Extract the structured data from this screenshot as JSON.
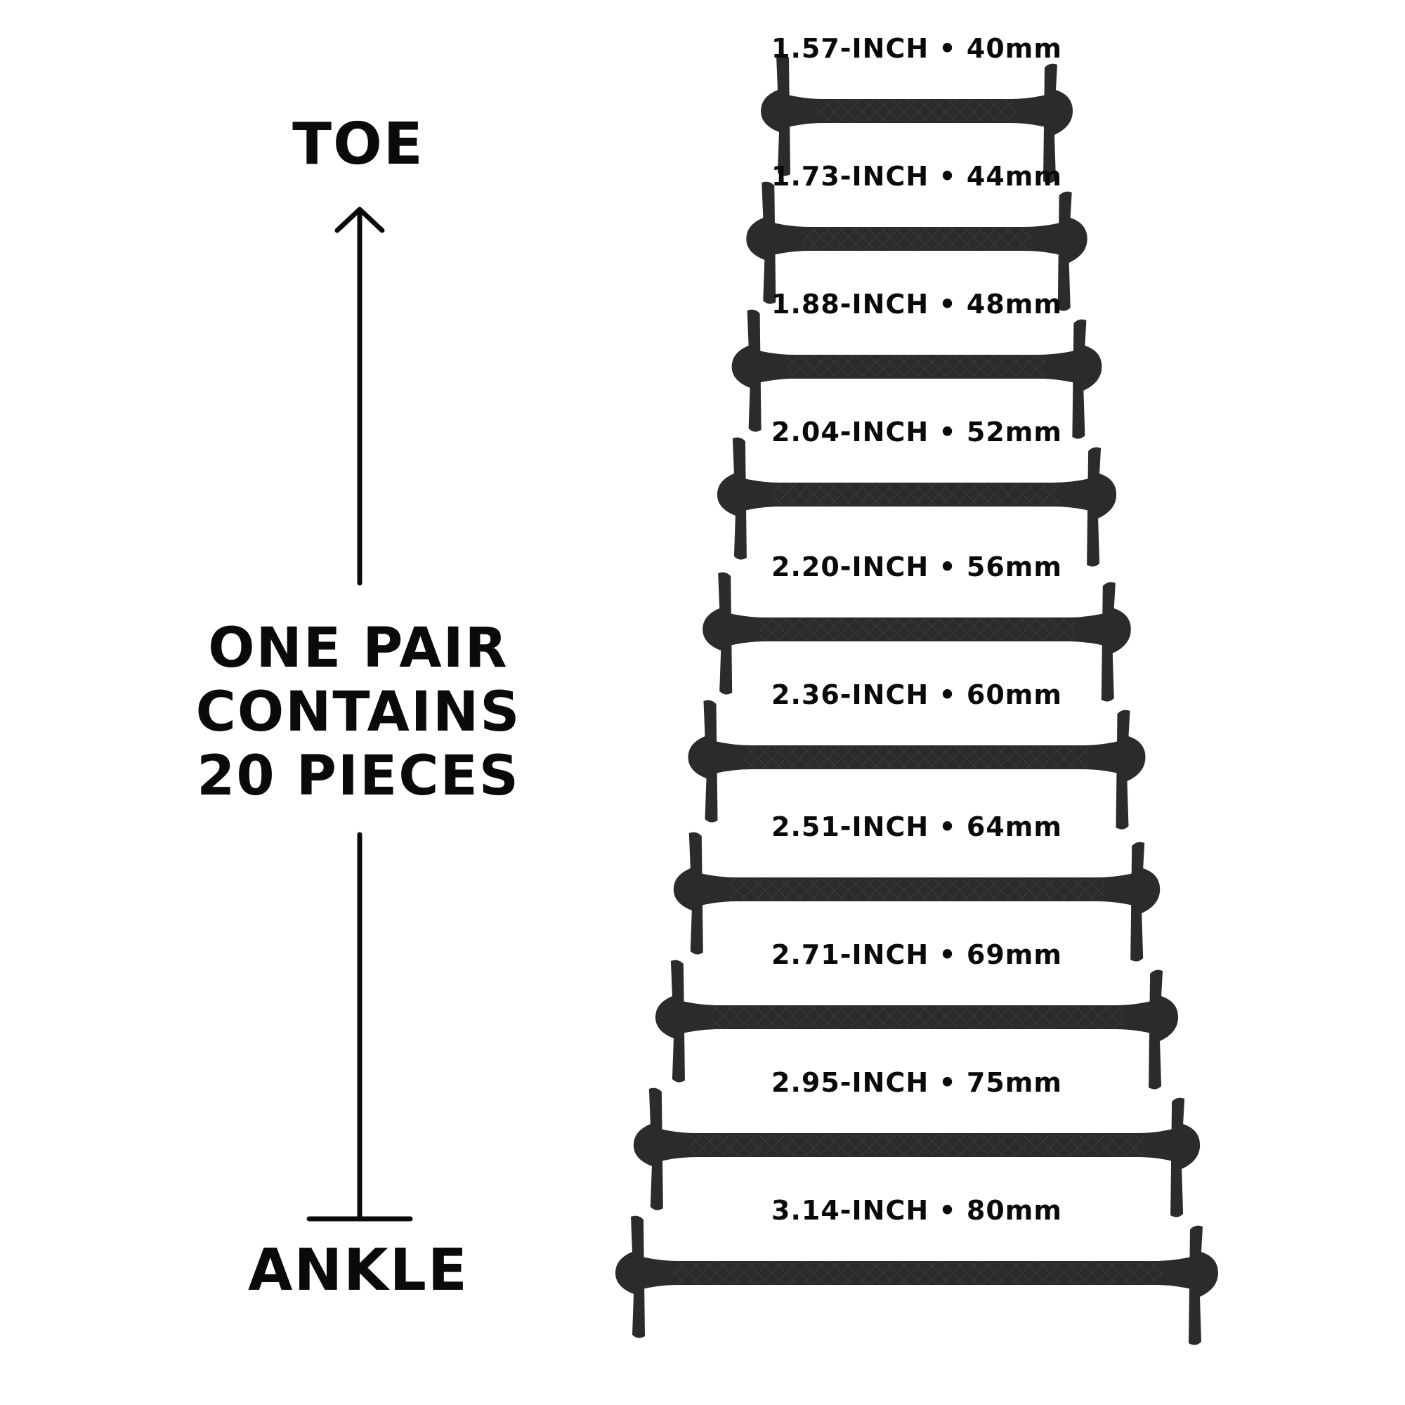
{
  "direction": {
    "top_label": "TOE",
    "bottom_label": "ANKLE"
  },
  "pack_info": {
    "line1": "ONE PAIR",
    "line2": "CONTAINS",
    "line3": "20 PIECES"
  },
  "colors": {
    "background": "#ffffff",
    "text": "#0a0a0a",
    "lace": "#2b2b2b",
    "lace_texture": "#444444"
  },
  "laces": [
    {
      "label": "1.57-INCH • 40mm",
      "mm": 40
    },
    {
      "label": "1.73-INCH • 44mm",
      "mm": 44
    },
    {
      "label": "1.88-INCH • 48mm",
      "mm": 48
    },
    {
      "label": "2.04-INCH • 52mm",
      "mm": 52
    },
    {
      "label": "2.20-INCH • 56mm",
      "mm": 56
    },
    {
      "label": "2.36-INCH • 60mm",
      "mm": 60
    },
    {
      "label": "2.51-INCH • 64mm",
      "mm": 64
    },
    {
      "label": "2.71-INCH • 69mm",
      "mm": 69
    },
    {
      "label": "2.95-INCH • 75mm",
      "mm": 75
    },
    {
      "label": "3.14-INCH • 80mm",
      "mm": 80
    }
  ]
}
